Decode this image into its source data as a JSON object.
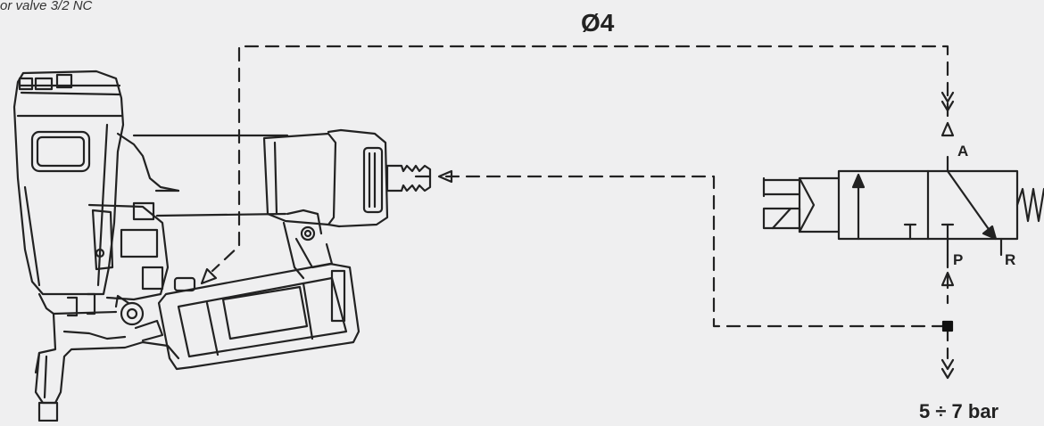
{
  "caption": "or valve   3/2 NC",
  "tube_diameter": "Ø4",
  "ports": {
    "a": "A",
    "p": "P",
    "r": "R"
  },
  "supply_pressure": "5 ÷ 7 bar",
  "colors": {
    "background": "#efeff0",
    "line": "#222222"
  },
  "icons": {
    "tool": "coil-nailer-icon",
    "valve": "valve-3-2-nc-symbol-icon",
    "solenoid": "solenoid-actuator-icon",
    "spring": "spring-return-icon"
  }
}
